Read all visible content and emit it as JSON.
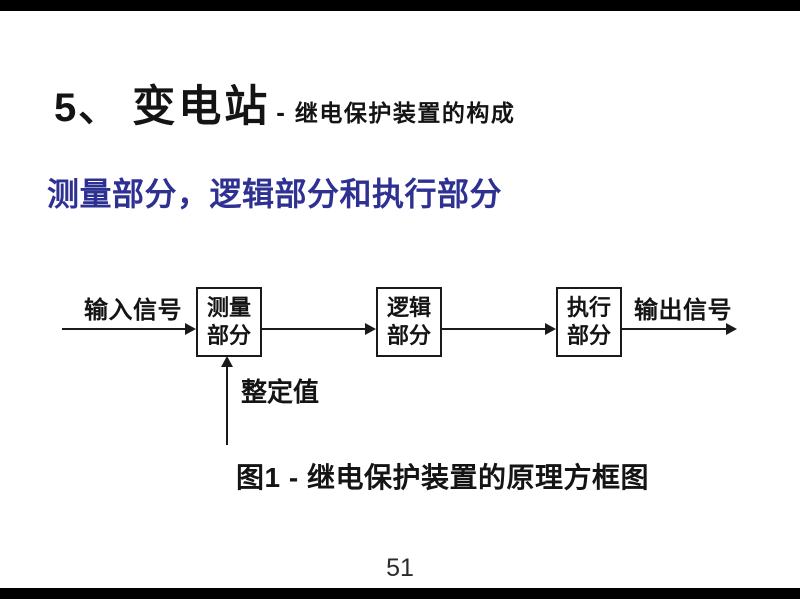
{
  "slide": {
    "letterbox_color": "#000000",
    "title": {
      "number": "5、",
      "main": "变电站",
      "separator": "-",
      "sub": "继电保护装置的构成"
    },
    "subtitle": {
      "text": "测量部分，逻辑部分和执行部分",
      "color": "#2e3192"
    },
    "diagram": {
      "input_label": "输入信号",
      "nodes": [
        "测量部分",
        "逻辑部分",
        "执行部分"
      ],
      "setting_label": "整定值",
      "output_label": "输出信号"
    },
    "caption": "图1 - 继电保护装置的原理方框图",
    "page_number": "51"
  }
}
